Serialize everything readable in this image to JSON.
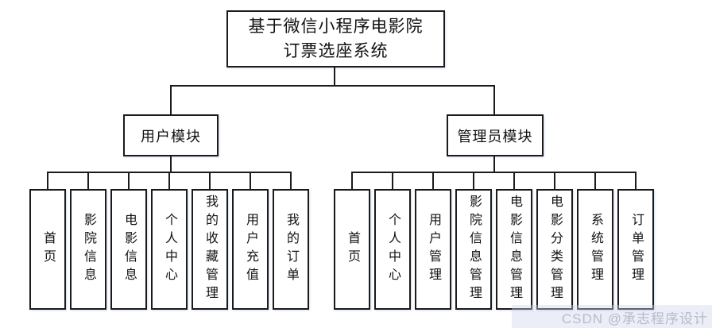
{
  "diagram": {
    "root": {
      "lines": [
        "基于微信小程序电影院",
        "订票选座系统"
      ]
    },
    "modules": [
      {
        "label": "用户模块",
        "children": [
          "首页",
          "影院信息",
          "电影信息",
          "个人中心",
          "我的收藏管理",
          "用户充值",
          "我的订单"
        ]
      },
      {
        "label": "管理员模块",
        "children": [
          "首页",
          "个人中心",
          "用户管理",
          "影院信息管理",
          "电影信息管理",
          "电影分类管理",
          "系统管理",
          "订单管理"
        ]
      }
    ]
  },
  "watermark": {
    "text": "CSDN @承志程序设计"
  },
  "colors": {
    "line": "#1b1b1b",
    "box_fill": "#ffffff",
    "background": "#ffffff",
    "watermark_text": "#b7bcc8"
  }
}
